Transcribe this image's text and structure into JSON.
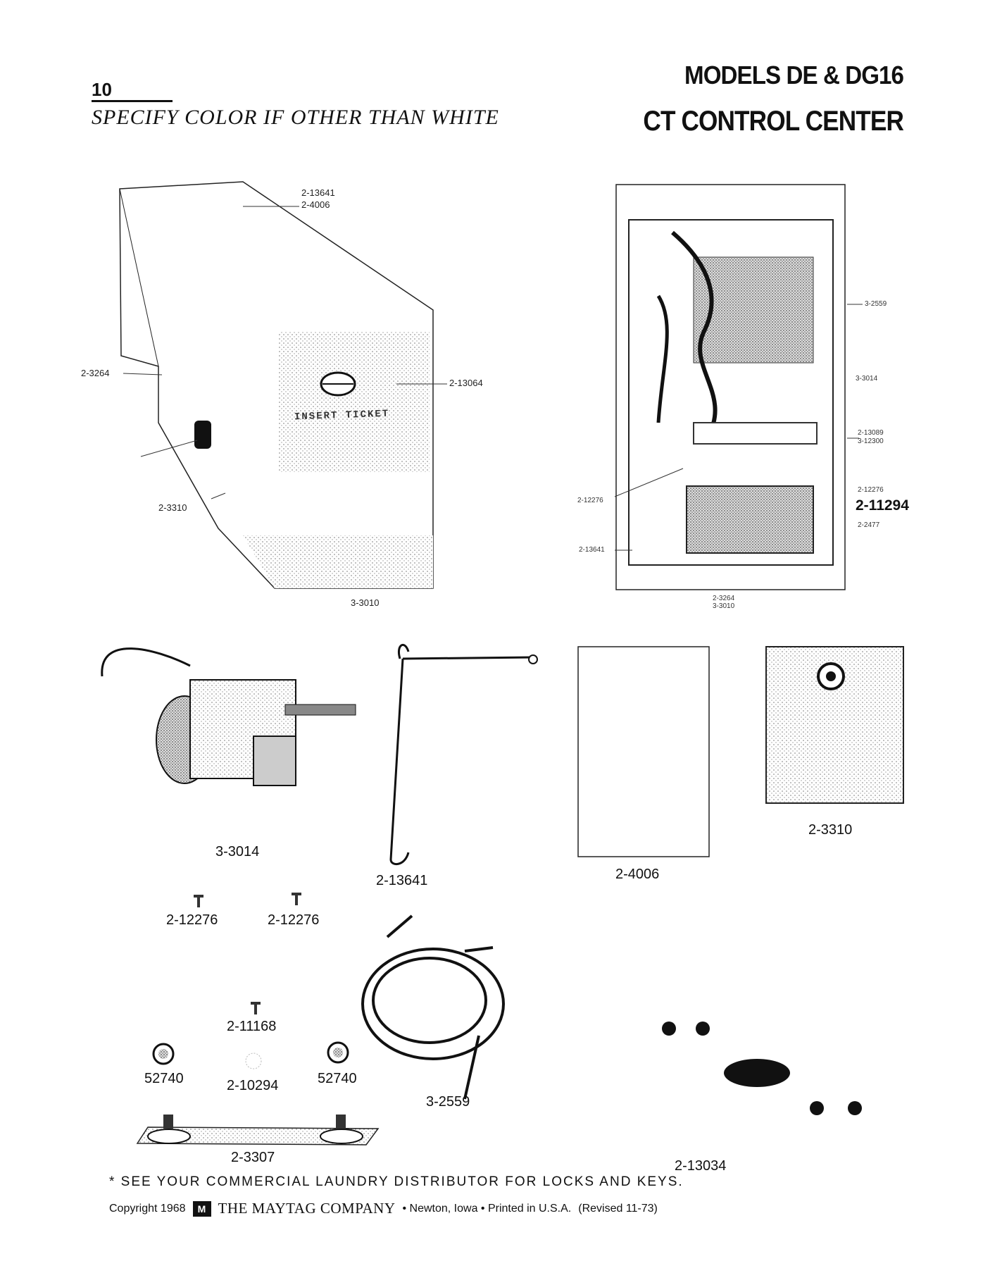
{
  "header": {
    "page_number": "10",
    "specify_note": "SPECIFY COLOR IF OTHER THAN WHITE",
    "models": "MODELS DE & DG16",
    "section": "CT CONTROL CENTER"
  },
  "figure1": {
    "labels": [
      "2-13641",
      "2-4006",
      "2-3264",
      "2-13064",
      "2-3310",
      "3-3010"
    ],
    "decal_text": "INSERT TICKET"
  },
  "figure2": {
    "labels_right": [
      "3-2559",
      "3-3014",
      "2-13089",
      "3-12300",
      "2-12276",
      "2-11294",
      "2-2477"
    ],
    "labels_left": [
      "2-12276",
      "2-13641"
    ],
    "labels_bottom": [
      "2-3264",
      "3-3010"
    ]
  },
  "parts": {
    "timer": "3-3014",
    "rod": "2-13641",
    "panel": "2-4006",
    "cover": "2-3310",
    "screw_a": "2-12276",
    "screw_b": "2-12276",
    "screw_c": "2-11168",
    "nut_left": "52740",
    "washer": "2-10294",
    "nut_right": "52740",
    "harness": "3-2559",
    "bracket": "2-3307",
    "decal": "2-13034"
  },
  "footer": {
    "note": "* SEE YOUR COMMERCIAL LAUNDRY DISTRIBUTOR FOR LOCKS AND KEYS.",
    "copyright": "Copyright 1968",
    "logo_glyph": "M",
    "company": "THE MAYTAG COMPANY",
    "location": "• Newton, Iowa • Printed in U.S.A.",
    "revised": "(Revised  11-73)"
  }
}
